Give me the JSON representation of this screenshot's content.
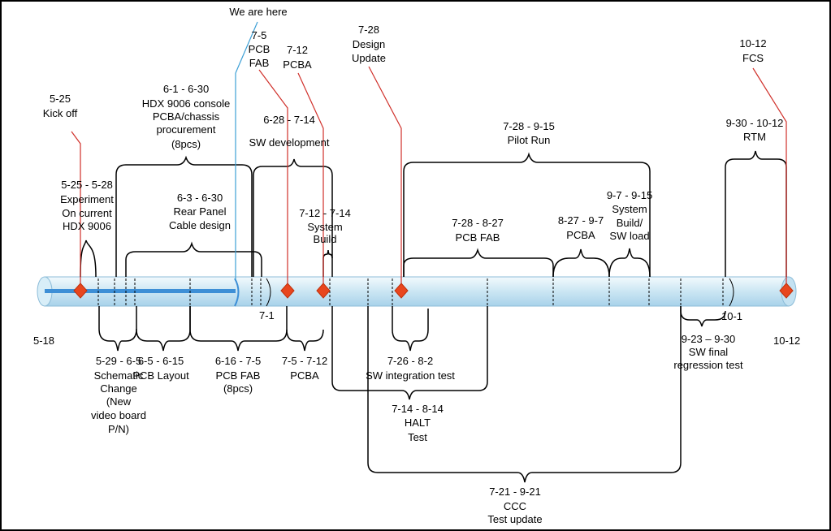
{
  "colors": {
    "bar_fill_light": "#e6f4fa",
    "bar_fill_mid": "#b9dcee",
    "bar_outline": "#6fa8c8",
    "progress_line": "#3d8fd6",
    "we_are_here_line": "#3da0d6",
    "milestone_fill": "#e8461e",
    "milestone_stroke": "#c0300a",
    "pointer_line": "#d0302a",
    "brace": "#000000"
  },
  "date_labels": {
    "start": "5-18",
    "end": "10-12",
    "mark_7_1": "7-1",
    "mark_10_1": "10-1"
  },
  "callouts": {
    "we_are_here": "We are here",
    "kickoff": [
      "5-25",
      "Kick off"
    ],
    "pcb_fab_ms": [
      "7-5",
      "PCB",
      "FAB"
    ],
    "pcba_ms": [
      "7-12",
      "PCBA"
    ],
    "design_update": [
      "7-28",
      "Design",
      "Update"
    ],
    "fcs": [
      "10-12",
      "FCS"
    ]
  },
  "tasks_above": {
    "experiment": [
      "5-25 - 5-28",
      "Experiment",
      "On current",
      "HDX 9006"
    ],
    "console_procurement": [
      "6-1 - 6-30",
      "HDX 9006 console",
      "PCBA/chassis",
      "procurement",
      "(8pcs)"
    ],
    "rear_panel": [
      "6-3 - 6-30",
      "Rear Panel",
      "Cable design"
    ],
    "sw_development": [
      "6-28 - 7-14",
      "SW development"
    ],
    "system_build_1": [
      "7-12 - 7-14",
      "System",
      "Build"
    ],
    "pilot_run": [
      "7-28 - 9-15",
      "Pilot Run"
    ],
    "pcb_fab_2": [
      "7-28 - 8-27",
      "PCB FAB"
    ],
    "pcba_2": [
      "8-27 - 9-7",
      "PCBA"
    ],
    "system_build_2": [
      "9-7 - 9-15",
      "System",
      "Build/",
      "SW load"
    ],
    "rtm": [
      "9-30 - 10-12",
      "RTM"
    ]
  },
  "tasks_below": {
    "schematic_change": [
      "5-29 - 6-5",
      "Schematic",
      "Change",
      "(New",
      "video board",
      "P/N)"
    ],
    "pcb_layout": [
      "6-5 - 6-15",
      "PCB Layout"
    ],
    "pcb_fab_1": [
      "6-16 - 7-5",
      "PCB FAB",
      "(8pcs)"
    ],
    "pcba_1": [
      "7-5 - 7-12",
      "PCBA"
    ],
    "sw_integration": [
      "7-26 - 8-2",
      "SW integration test"
    ],
    "halt": [
      "7-14 - 8-14",
      "HALT",
      "Test"
    ],
    "sw_regression": [
      "9-23 – 9-30",
      "SW final",
      "regression test"
    ],
    "ccc": [
      "7-21 - 9-21",
      "CCC",
      "Test update"
    ]
  }
}
